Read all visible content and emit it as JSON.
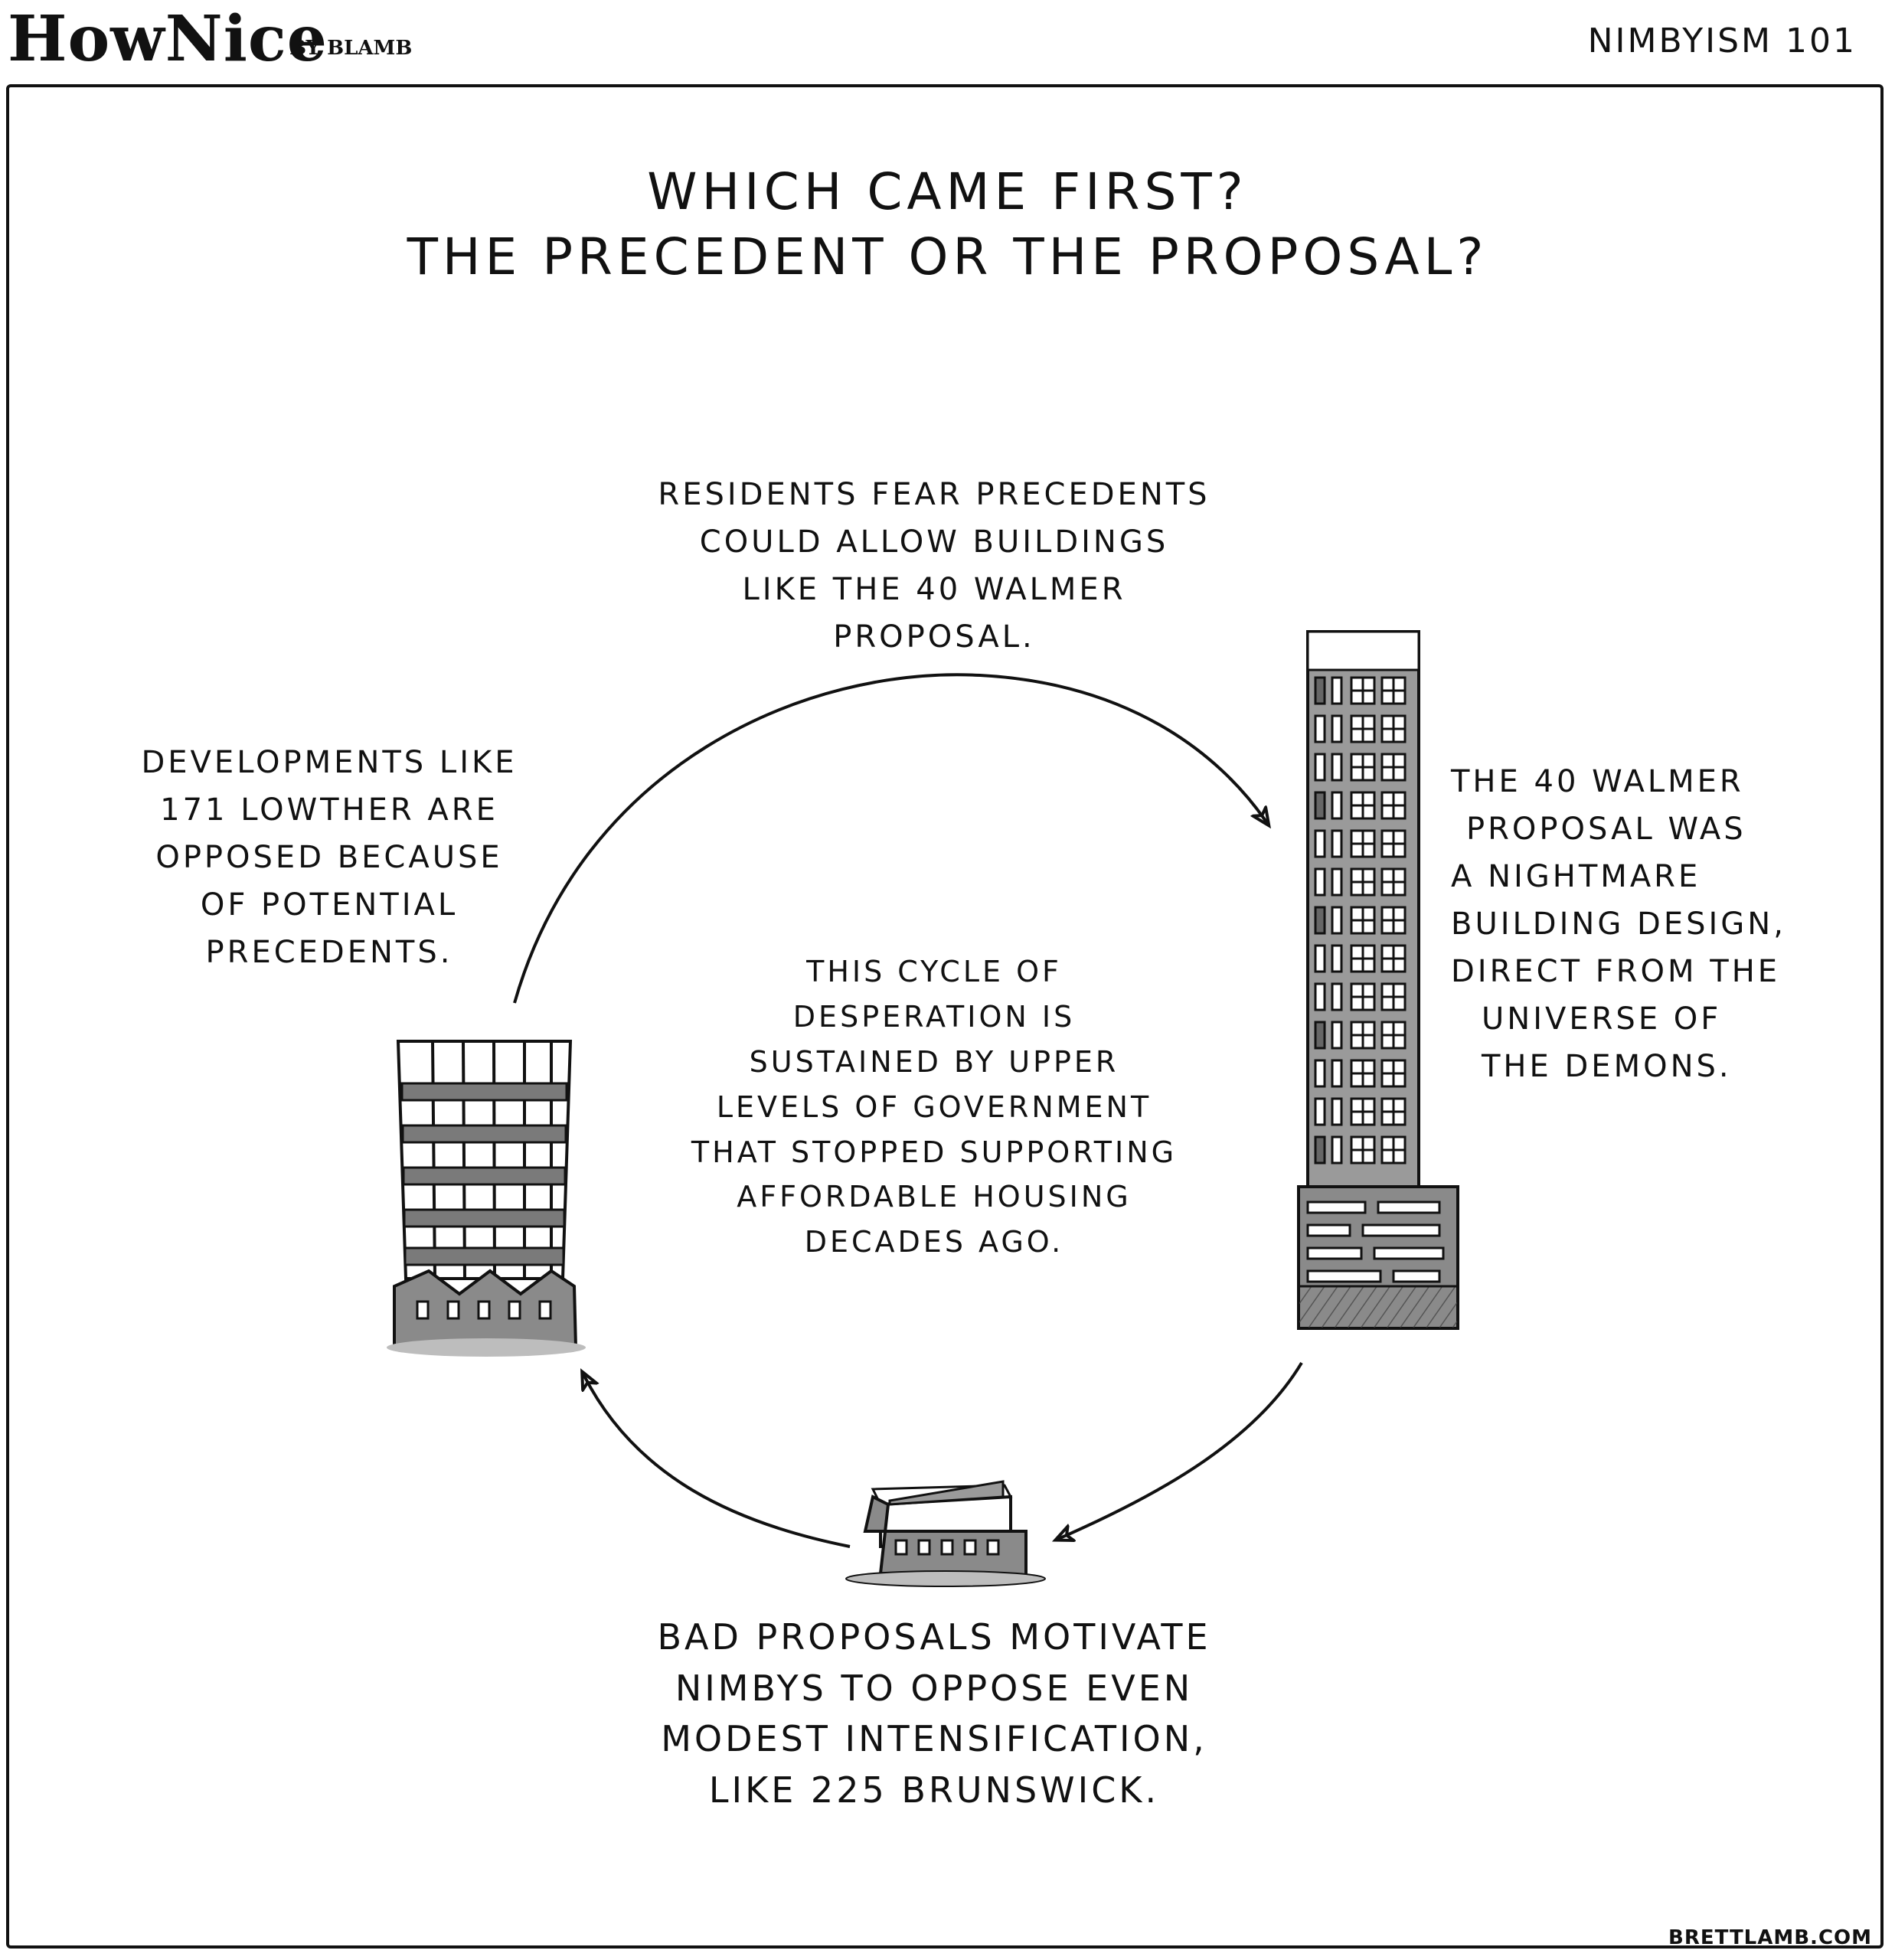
{
  "header": {
    "brand": "HowNice",
    "byline": "BY BLAMB",
    "series": "NIMBYISM 101"
  },
  "title": {
    "line1": "WHICH CAME FIRST?",
    "line2": "THE PRECEDENT OR THE PROPOSAL?"
  },
  "captions": {
    "top": [
      "RESIDENTS FEAR PRECEDENTS",
      "COULD ALLOW BUILDINGS",
      "LIKE THE 40 WALMER",
      "PROPOSAL."
    ],
    "right": [
      "THE 40 WALMER",
      "PROPOSAL WAS",
      "A NIGHTMARE",
      "BUILDING DESIGN,",
      "DIRECT FROM THE",
      "UNIVERSE OF",
      "THE DEMONS."
    ],
    "bottom": [
      "BAD PROPOSALS MOTIVATE",
      "NIMBYS TO OPPOSE EVEN",
      "MODEST INTENSIFICATION,",
      "LIKE 225 BRUNSWICK."
    ],
    "left": [
      "DEVELOPMENTS LIKE",
      "171 LOWTHER ARE",
      "OPPOSED BECAUSE",
      "OF POTENTIAL",
      "PRECEDENTS."
    ],
    "center": [
      "THIS CYCLE OF",
      "DESPERATION IS",
      "SUSTAINED BY UPPER",
      "LEVELS OF GOVERNMENT",
      "THAT STOPPED SUPPORTING",
      "AFFORDABLE HOUSING",
      "DECADES AGO."
    ]
  },
  "footer": {
    "credit": "BRETTLAMB.COM"
  },
  "colors": {
    "ink": "#111111",
    "shade": "#8a8a8a",
    "light_shade": "#bdbdbd",
    "paper": "#ffffff"
  }
}
